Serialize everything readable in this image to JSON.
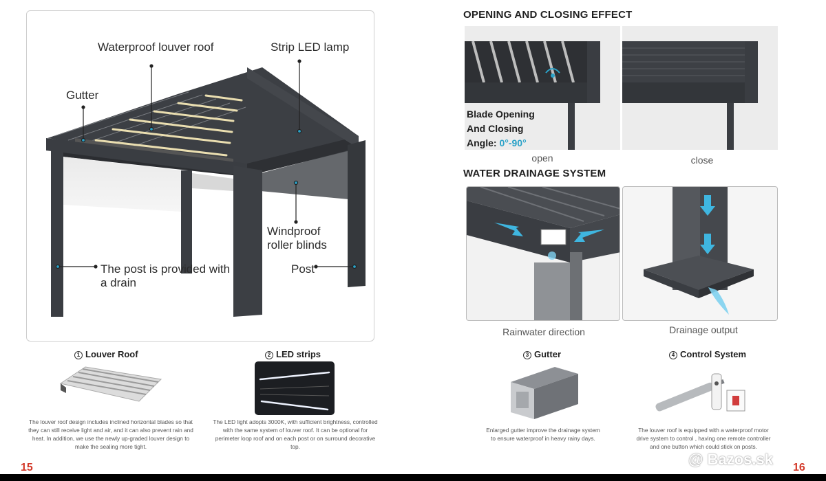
{
  "left_page": {
    "callouts": {
      "waterproof_roof": "Waterproof louver roof",
      "strip_led": "Strip LED lamp",
      "gutter": "Gutter",
      "windproof_blinds": "Windproof roller blinds",
      "post_drain": "The post is provided with a drain",
      "post": "Post"
    },
    "features": [
      {
        "num": "1",
        "title": "Louver Roof",
        "text": "The louver roof design includes inclined horizontal blades so that they can still receive light and air, and it can also prevent rain and heat. In addition, we use the newly up-graded louver design to make the sealing more tight."
      },
      {
        "num": "2",
        "title": "LED strips",
        "text": "The LED light adopts 3000K, with sufficient brightness, controlled with the same system of louver roof. It can be optional for perimeter loop roof and on each post or on surround  decorative top."
      }
    ],
    "page_number": "15"
  },
  "right_page": {
    "opening_section": {
      "title": "OPENING AND CLOSING EFFECT",
      "blade_line1": "Blade Opening",
      "blade_line2": "And Closing",
      "angle_label": "Angle:",
      "angle_value": "0°-90°",
      "caption_open": "open",
      "caption_close": "close"
    },
    "drainage_section": {
      "title": "WATER DRAINAGE SYSTEM",
      "caption_rain": "Rainwater direction",
      "caption_output": "Drainage output"
    },
    "features": [
      {
        "num": "3",
        "title": "Gutter",
        "text": "Enlarged gutter improve the drainage system to ensure waterproof in heavy rainy days."
      },
      {
        "num": "4",
        "title": "Control System",
        "text": "The louver roof is equipped with a waterproof motor drive system to control , having one remote controller and one button which could stick on posts."
      }
    ],
    "page_number": "16"
  },
  "watermark": "@ Bazos.sk",
  "colors": {
    "frame": "#3a3d42",
    "accent_blue": "#2aa2c8",
    "page_number": "#d33a2a"
  }
}
